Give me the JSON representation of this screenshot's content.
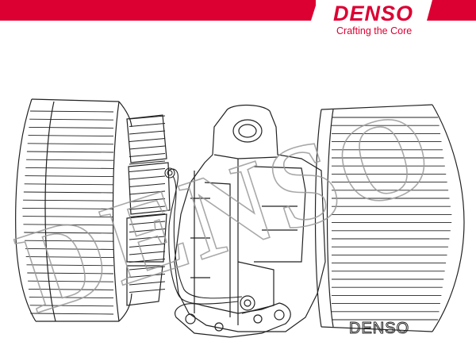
{
  "brand": {
    "logo_text": "DENSO",
    "tagline": "Crafting the Core",
    "color": "#dc0032"
  },
  "watermark": {
    "text": "DENSO"
  },
  "product_label": {
    "text": "DENSO"
  },
  "drawing": {
    "line_color": "#222222",
    "watermark_color": "#9a9a9a"
  }
}
